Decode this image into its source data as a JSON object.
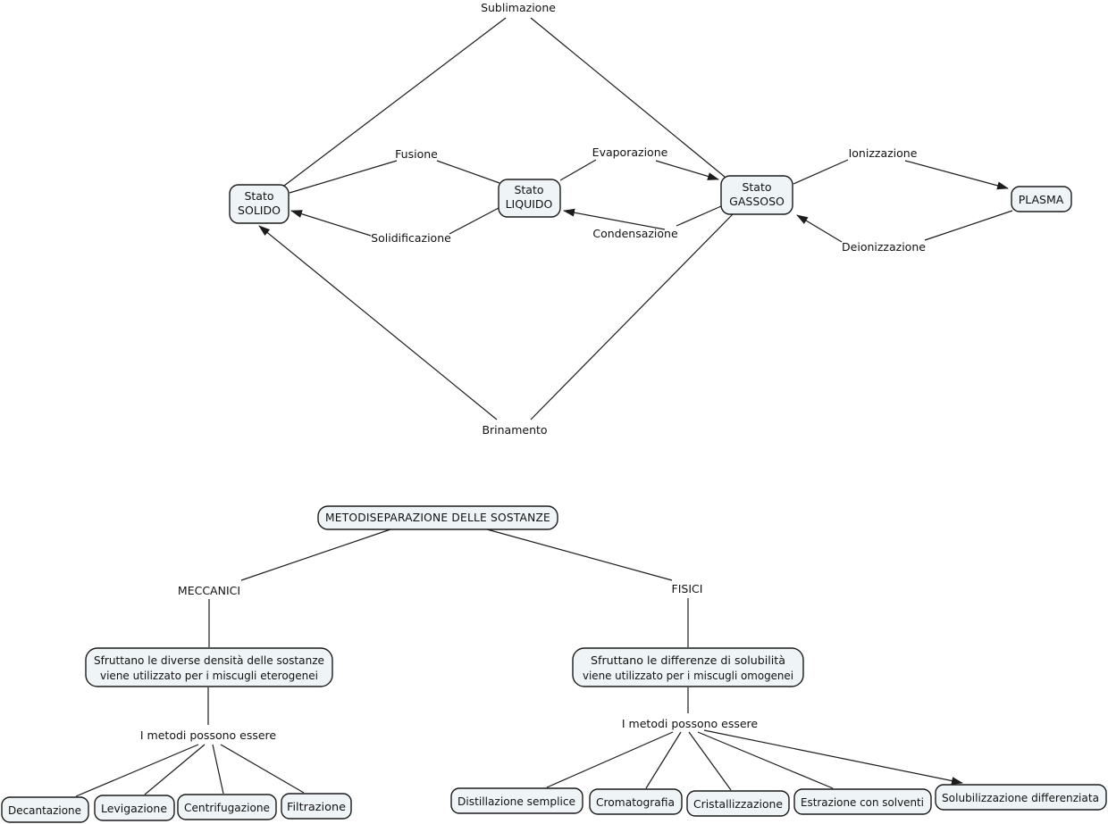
{
  "colors": {
    "node_fill": "#eff4f7",
    "node_border": "#1a1a1a",
    "line": "#1c1c1c",
    "text": "#111111",
    "background": "#ffffff"
  },
  "states_map": {
    "nodes": {
      "solido": {
        "line1": "Stato",
        "line2": "SOLIDO"
      },
      "liquido": {
        "line1": "Stato",
        "line2": "LIQUIDO"
      },
      "gassoso": {
        "line1": "Stato",
        "line2": "GASSOSO"
      },
      "plasma": {
        "label": "PLASMA"
      }
    },
    "transitions": {
      "sublimazione": "Sublimazione",
      "fusione": "Fusione",
      "evaporazione": "Evaporazione",
      "ionizzazione": "Ionizzazione",
      "solidificazione": "Solidificazione",
      "condensazione": "Condensazione",
      "deionizzazione": "Deionizzazione",
      "brinamento": "Brinamento"
    }
  },
  "separation_map": {
    "title": "METODISEPARAZIONE DELLE SOSTANZE",
    "branches": {
      "meccanici": {
        "label": "MECCANICI",
        "description_line1": "Sfruttano le diverse densità delle sostanze",
        "description_line2": "viene utilizzato per i miscugli eterogenei",
        "connector": "I metodi possono essere",
        "methods": [
          "Decantazione",
          "Levigazione",
          "Centrifugazione",
          "Filtrazione"
        ]
      },
      "fisici": {
        "label": "FISICI",
        "description_line1": "Sfruttano le differenze di solubilità",
        "description_line2": "viene utilizzato per i miscugli omogenei",
        "connector": "I metodi possono essere",
        "methods": [
          "Distillazione semplice",
          "Cromatografia",
          "Cristallizzazione",
          "Estrazione con solventi",
          "Solubilizzazione differenziata"
        ]
      }
    }
  }
}
